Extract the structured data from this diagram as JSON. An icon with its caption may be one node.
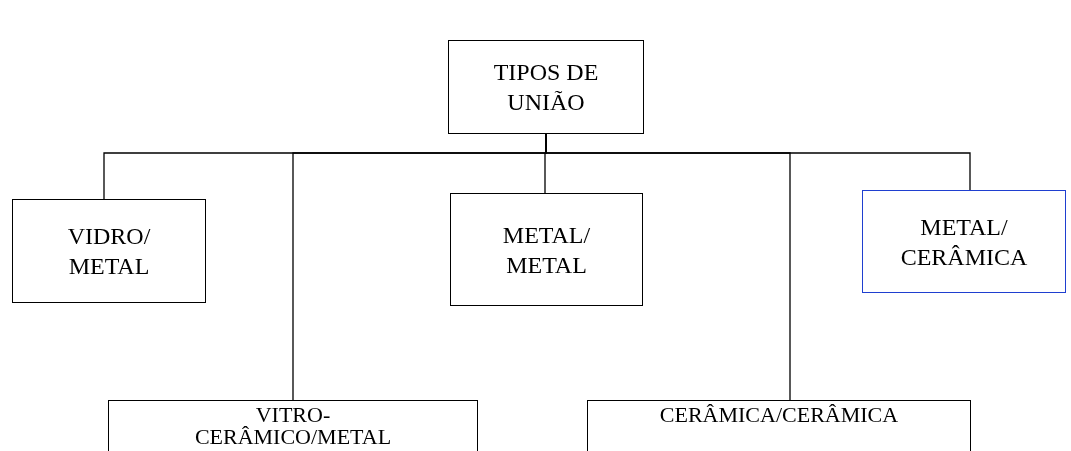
{
  "diagram": {
    "nodes": [
      {
        "text": [
          "TIPOS DE UNIÃO"
        ]
      },
      {
        "text": [
          "VIDRO/ METAL"
        ]
      },
      {
        "text": [
          "VITRO- CERÂMICO/METAL"
        ]
      },
      {
        "text": [
          "METAL/ METAL"
        ]
      },
      {
        "text": [
          "CERÂMICA/CERÂMICA"
        ]
      },
      {
        "text": [
          "METAL/ CERÂMICA"
        ]
      }
    ],
    "edges": [
      {
        "from": 0,
        "to": 1,
        "arrow": "none"
      },
      {
        "from": 0,
        "to": 2,
        "arrow": "none"
      },
      {
        "from": 0,
        "to": 3,
        "arrow": "none"
      },
      {
        "from": 0,
        "to": 4,
        "arrow": "none"
      },
      {
        "from": 0,
        "to": 5,
        "arrow": "none"
      }
    ]
  }
}
